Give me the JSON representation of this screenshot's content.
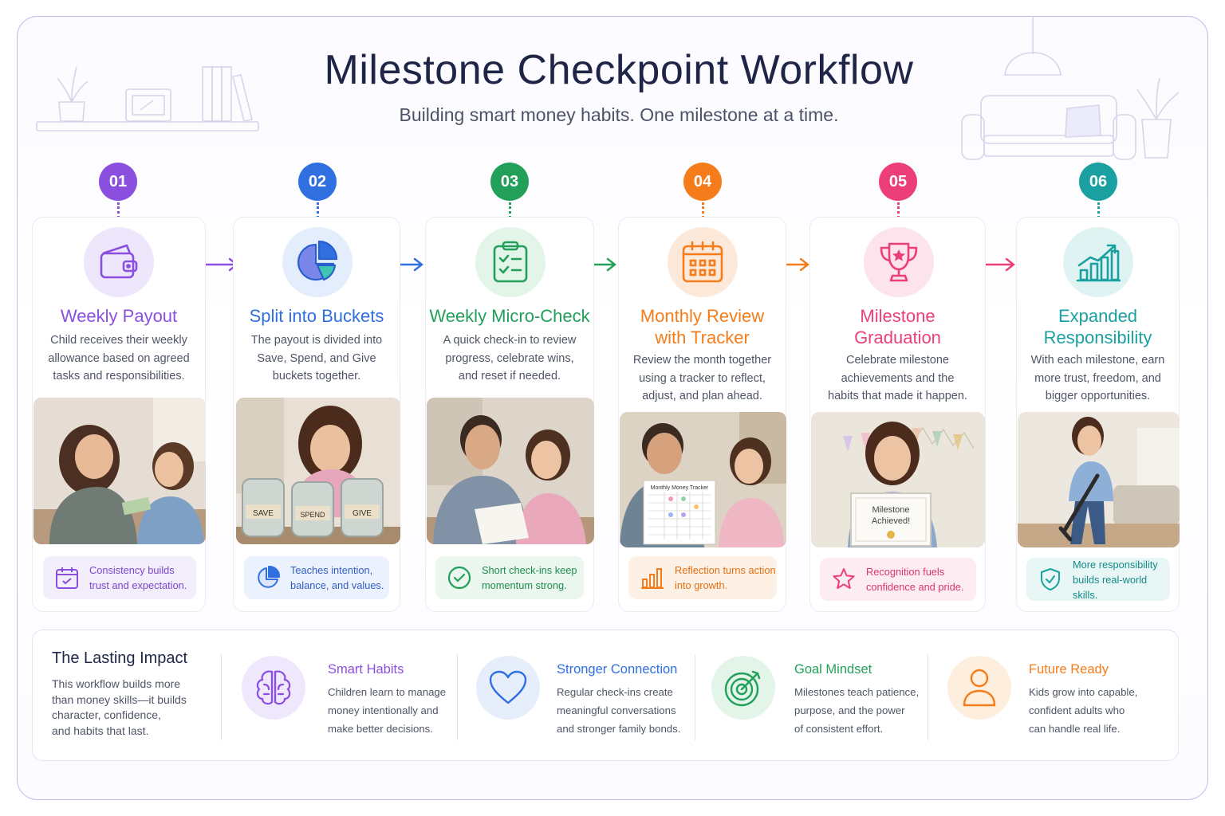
{
  "header": {
    "title": "Milestone Checkpoint Workflow",
    "subtitle": "Building smart money habits. One milestone at a time."
  },
  "colors": {
    "purple": "#8b4fe0",
    "blue": "#2f6fe0",
    "green": "#22a05a",
    "orange": "#f47c1a",
    "pink": "#ec3f7a",
    "teal": "#1aa0a0",
    "navy": "#1f2547"
  },
  "steps": [
    {
      "number": "01",
      "title_lines": [
        "Weekly Payout"
      ],
      "description_lines": [
        "Child receives their weekly",
        "allowance based on agreed",
        "tasks and responsibilities."
      ],
      "icon": "wallet-icon",
      "tip_icon": "calendar-check-icon",
      "tip_lines": [
        "Consistency builds",
        "trust and expectation."
      ]
    },
    {
      "number": "02",
      "title_lines": [
        "Split into Buckets"
      ],
      "description_lines": [
        "The payout is divided into",
        "Save, Spend, and Give",
        "buckets together."
      ],
      "icon": "pie-chart-icon",
      "photo_labels": [
        "SAVE",
        "SPEND",
        "GIVE"
      ],
      "tip_icon": "pie-chart-icon",
      "tip_lines": [
        "Teaches intention,",
        "balance, and values."
      ]
    },
    {
      "number": "03",
      "title_lines": [
        "Weekly Micro-Check"
      ],
      "description_lines": [
        "A quick check-in to review",
        "progress, celebrate wins,",
        "and reset if needed."
      ],
      "icon": "clipboard-check-icon",
      "tip_icon": "check-circle-icon",
      "tip_lines": [
        "Short check-ins keep",
        "momentum strong."
      ]
    },
    {
      "number": "04",
      "title_lines": [
        "Monthly Review",
        "with Tracker"
      ],
      "description_lines": [
        "Review the month together",
        "using a tracker to reflect,",
        "adjust, and plan ahead."
      ],
      "icon": "calendar-icon",
      "photo_labels": [
        "Monthly Money Tracker"
      ],
      "tip_icon": "bar-chart-icon",
      "tip_lines": [
        "Reflection turns action",
        "into growth."
      ]
    },
    {
      "number": "05",
      "title_lines": [
        "Milestone",
        "Graduation"
      ],
      "description_lines": [
        "Celebrate milestone",
        "achievements and the",
        "habits that made it happen."
      ],
      "icon": "trophy-icon",
      "photo_labels": [
        "Milestone",
        "Achieved!"
      ],
      "tip_icon": "star-icon",
      "tip_lines": [
        "Recognition fuels",
        "confidence and pride."
      ]
    },
    {
      "number": "06",
      "title_lines": [
        "Expanded",
        "Responsibility"
      ],
      "description_lines": [
        "With each milestone, earn",
        "more trust, freedom, and",
        "bigger opportunities."
      ],
      "icon": "growth-chart-icon",
      "tip_icon": "shield-check-icon",
      "tip_lines": [
        "More responsibility",
        "builds real-world skills."
      ]
    }
  ],
  "impact": {
    "title": "The Lasting Impact",
    "description_lines": [
      "This workflow builds more",
      "than money skills—it builds",
      "character, confidence,",
      "and habits that last."
    ],
    "items": [
      {
        "title": "Smart Habits",
        "icon": "brain-icon",
        "lines": [
          "Children learn to manage",
          "money intentionally and",
          "make better decisions."
        ]
      },
      {
        "title": "Stronger Connection",
        "icon": "heart-icon",
        "lines": [
          "Regular check-ins create",
          "meaningful conversations",
          "and stronger family bonds."
        ]
      },
      {
        "title": "Goal Mindset",
        "icon": "target-icon",
        "lines": [
          "Milestones teach patience,",
          "purpose, and the power",
          "of consistent effort."
        ]
      },
      {
        "title": "Future Ready",
        "icon": "person-icon",
        "lines": [
          "Kids grow into capable,",
          "confident adults who",
          "can handle real life."
        ]
      }
    ]
  }
}
